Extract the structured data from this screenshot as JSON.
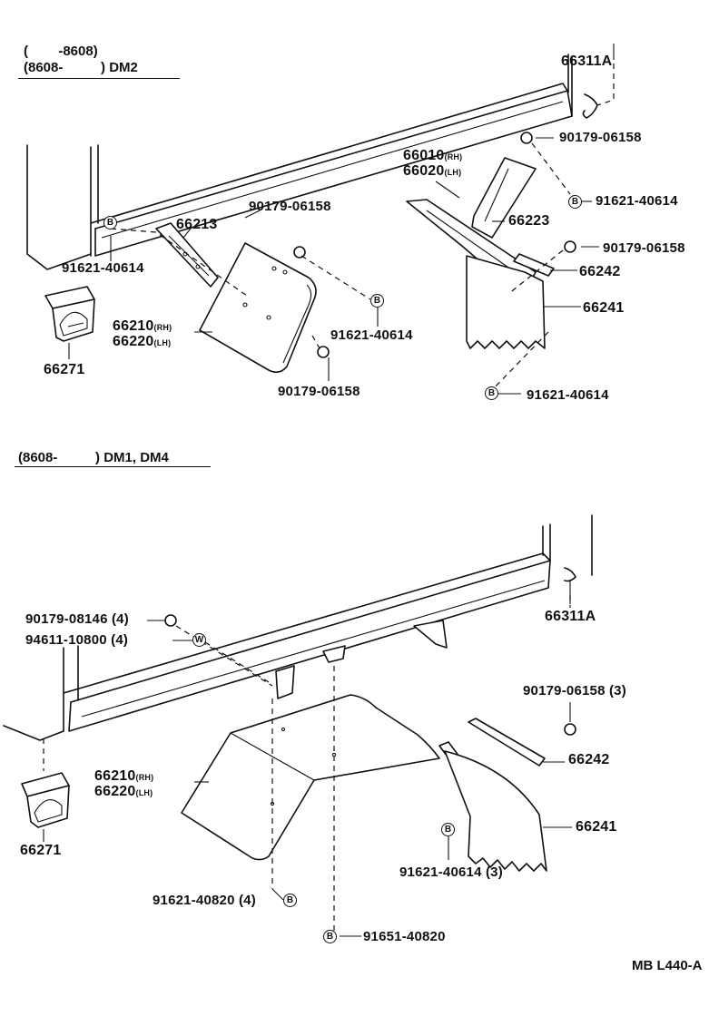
{
  "sections": {
    "top": {
      "header_line1": "(        -8608)",
      "header_line2": "(8608-          ) DM2"
    },
    "bottom": {
      "header": "(8608-          ) DM1, DM4"
    }
  },
  "symbols": {
    "bolt": "B",
    "washer": "W"
  },
  "top_labels": {
    "p66311A": "66311A",
    "p90179_a": "90179-06158",
    "p91621_a": "91621-40614",
    "p66010": "66010",
    "p66010_sub": "(RH)",
    "p66020": "66020",
    "p66020_sub": "(LH)",
    "p66223": "66223",
    "p66213": "66213",
    "p90179_b": "90179-06158",
    "p90179_c": "90179-06158",
    "p91621_b": "91621-40614",
    "p66242": "66242",
    "p66241": "66241",
    "p66210": "66210",
    "p66210_sub": "(RH)",
    "p66220": "66220",
    "p66220_sub": "(LH)",
    "p91621_c": "91621-40614",
    "p90179_d": "90179-06158",
    "p91621_d": "91621-40614",
    "p66271": "66271"
  },
  "bottom_labels": {
    "p90179_08146": "90179-08146 (4)",
    "p94611": "94611-10800 (4)",
    "p66311A": "66311A",
    "p90179_3": "90179-06158 (3)",
    "p66242": "66242",
    "p66210": "66210",
    "p66210_sub": "(RH)",
    "p66220": "66220",
    "p66220_sub": "(LH)",
    "p66241": "66241",
    "p91621_3": "91621-40614 (3)",
    "p91621_4": "91621-40820 (4)",
    "p91651": "91651-40820",
    "p66271": "66271"
  },
  "reference": "MB L440-A"
}
